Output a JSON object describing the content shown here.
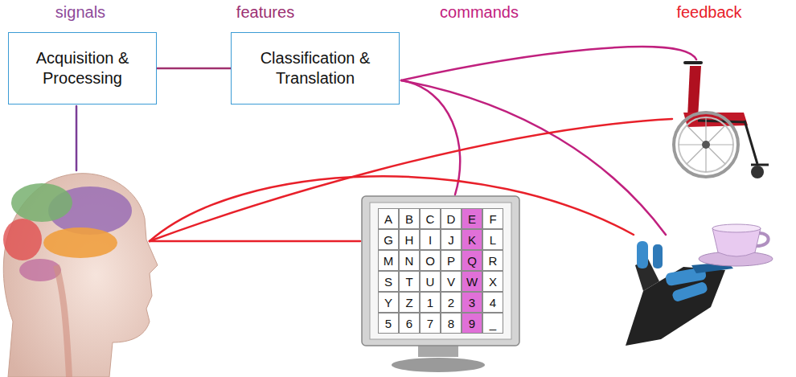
{
  "diagram": {
    "nodes": [
      {
        "text": [
          "Acquisition & Processing"
        ]
      },
      {
        "text": [
          "Classification & Translation"
        ]
      }
    ],
    "edges": [
      {
        "from": 0,
        "to": 1,
        "arrow": "none"
      }
    ],
    "labels": [
      "signals",
      "features",
      "commands",
      "feedback",
      "A",
      "B",
      "C",
      "D",
      "E",
      "F",
      "G",
      "H",
      "I",
      "J",
      "K",
      "L",
      "M",
      "N",
      "O",
      "P",
      "Q",
      "R",
      "S",
      "T",
      "U",
      "V",
      "W",
      "X",
      "Y",
      "Z",
      "1",
      "2",
      "3",
      "4",
      "5",
      "6",
      "7",
      "8",
      "9",
      "_"
    ]
  }
}
